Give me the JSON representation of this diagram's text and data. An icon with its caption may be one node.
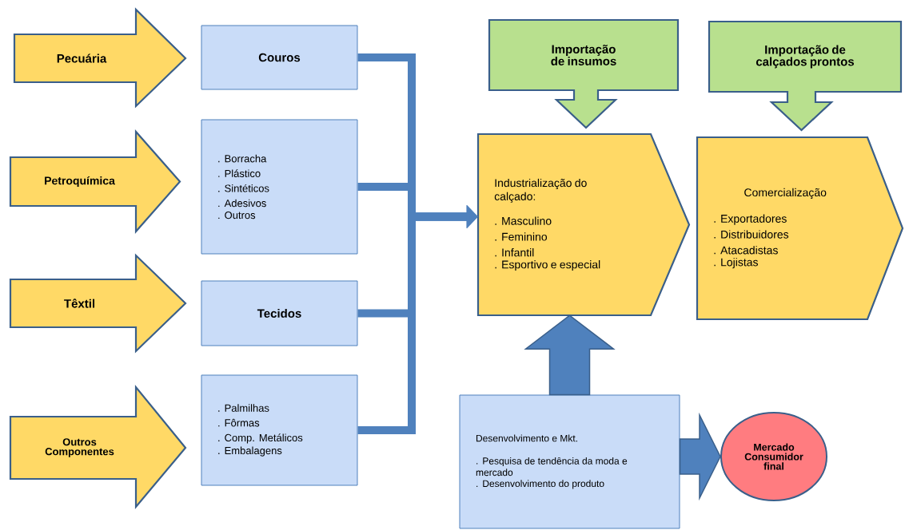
{
  "diagram": {
    "nodes": [
      {
        "text": [
          "Pecuária"
        ]
      },
      {
        "text": [
          "Couros"
        ]
      },
      {
        "text": [
          "Petroquímica"
        ]
      },
      {
        "text": [
          ". Borracha",
          ". Plástico",
          ". Sintéticos",
          ". Adesivos",
          ". Outros"
        ]
      },
      {
        "text": [
          "Têxtil"
        ]
      },
      {
        "text": [
          "Tecidos"
        ]
      },
      {
        "text": [
          "Outros Componentes"
        ]
      },
      {
        "text": [
          ". Palmilhas",
          ". Fôrmas",
          ". Comp. Metálicos",
          ". Embalagens"
        ]
      },
      {
        "text": [
          "Importação de insumos"
        ]
      },
      {
        "text": [
          "Importação de calçados prontos"
        ]
      },
      {
        "text": [
          "Industrialização do calçado:",
          ". Masculino",
          ". Feminino",
          ". Infantil",
          ". Esportivo e especial"
        ]
      },
      {
        "text": [
          "Comercialização",
          ". Exportadores",
          ". Distribuidores",
          ". Atacadistas",
          ". Lojistas"
        ]
      },
      {
        "text": [
          "Desenvolvimento e Mkt.",
          ". Pesquisa de tendência da moda e mercado",
          ". Desenvolvimento do produto"
        ]
      },
      {
        "text": [
          "Mercado Consumidor final"
        ]
      }
    ],
    "edges": [
      {
        "from": 1,
        "to": 10,
        "arrow": "to"
      },
      {
        "from": 3,
        "to": 10,
        "arrow": "to"
      },
      {
        "from": 5,
        "to": 10,
        "arrow": "to"
      },
      {
        "from": 7,
        "to": 10,
        "arrow": "to"
      },
      {
        "from": 12,
        "to": 10,
        "arrow": "to",
        "style": "thick"
      },
      {
        "from": 12,
        "to": 13,
        "arrow": "to",
        "style": "thick"
      }
    ]
  }
}
